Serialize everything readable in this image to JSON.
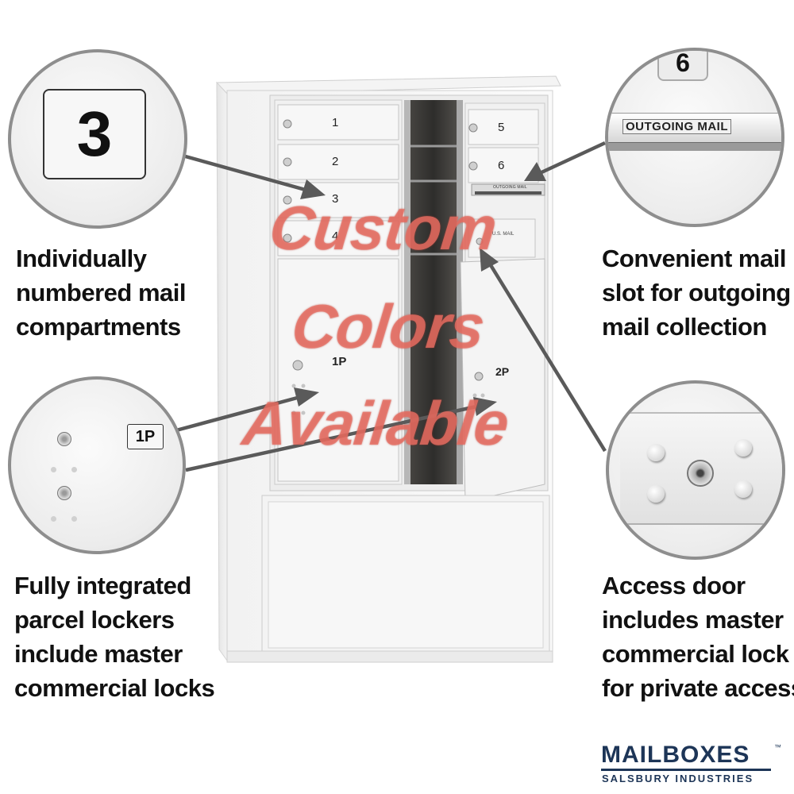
{
  "callouts": {
    "top_left": {
      "plate_number": "3"
    },
    "top_right": {
      "plate_number": "6",
      "slot_label": "OUTGOING MAIL"
    },
    "bottom_left": {
      "parcel_label": "1P"
    }
  },
  "captions": {
    "top_left": [
      "Individually",
      "numbered mail",
      "compartments"
    ],
    "top_right": [
      "Convenient mail",
      "slot for outgoing",
      "mail collection"
    ],
    "bottom_left": [
      "Fully integrated",
      "parcel lockers",
      "include master",
      "commercial locks"
    ],
    "bottom_right": [
      "Access door",
      "includes master",
      "commercial lock",
      "for private access"
    ]
  },
  "mailbox": {
    "door_numbers": [
      "1",
      "2",
      "3",
      "4",
      "5",
      "6"
    ],
    "parcel_numbers": [
      "1P",
      "2P"
    ],
    "slot_label": "OUTGOING MAIL",
    "panel_label": "U.S. MAIL"
  },
  "watermark": [
    "Custom",
    "Colors",
    "Available"
  ],
  "logo": {
    "main": "MAILBOXES",
    "sub": "SALSBURY INDUSTRIES",
    "mark": "™"
  },
  "colors": {
    "watermark": "#e87064",
    "logo": "#1d3557",
    "arrow": "#5a5a5a",
    "circle_border": "#8e8e8e"
  }
}
